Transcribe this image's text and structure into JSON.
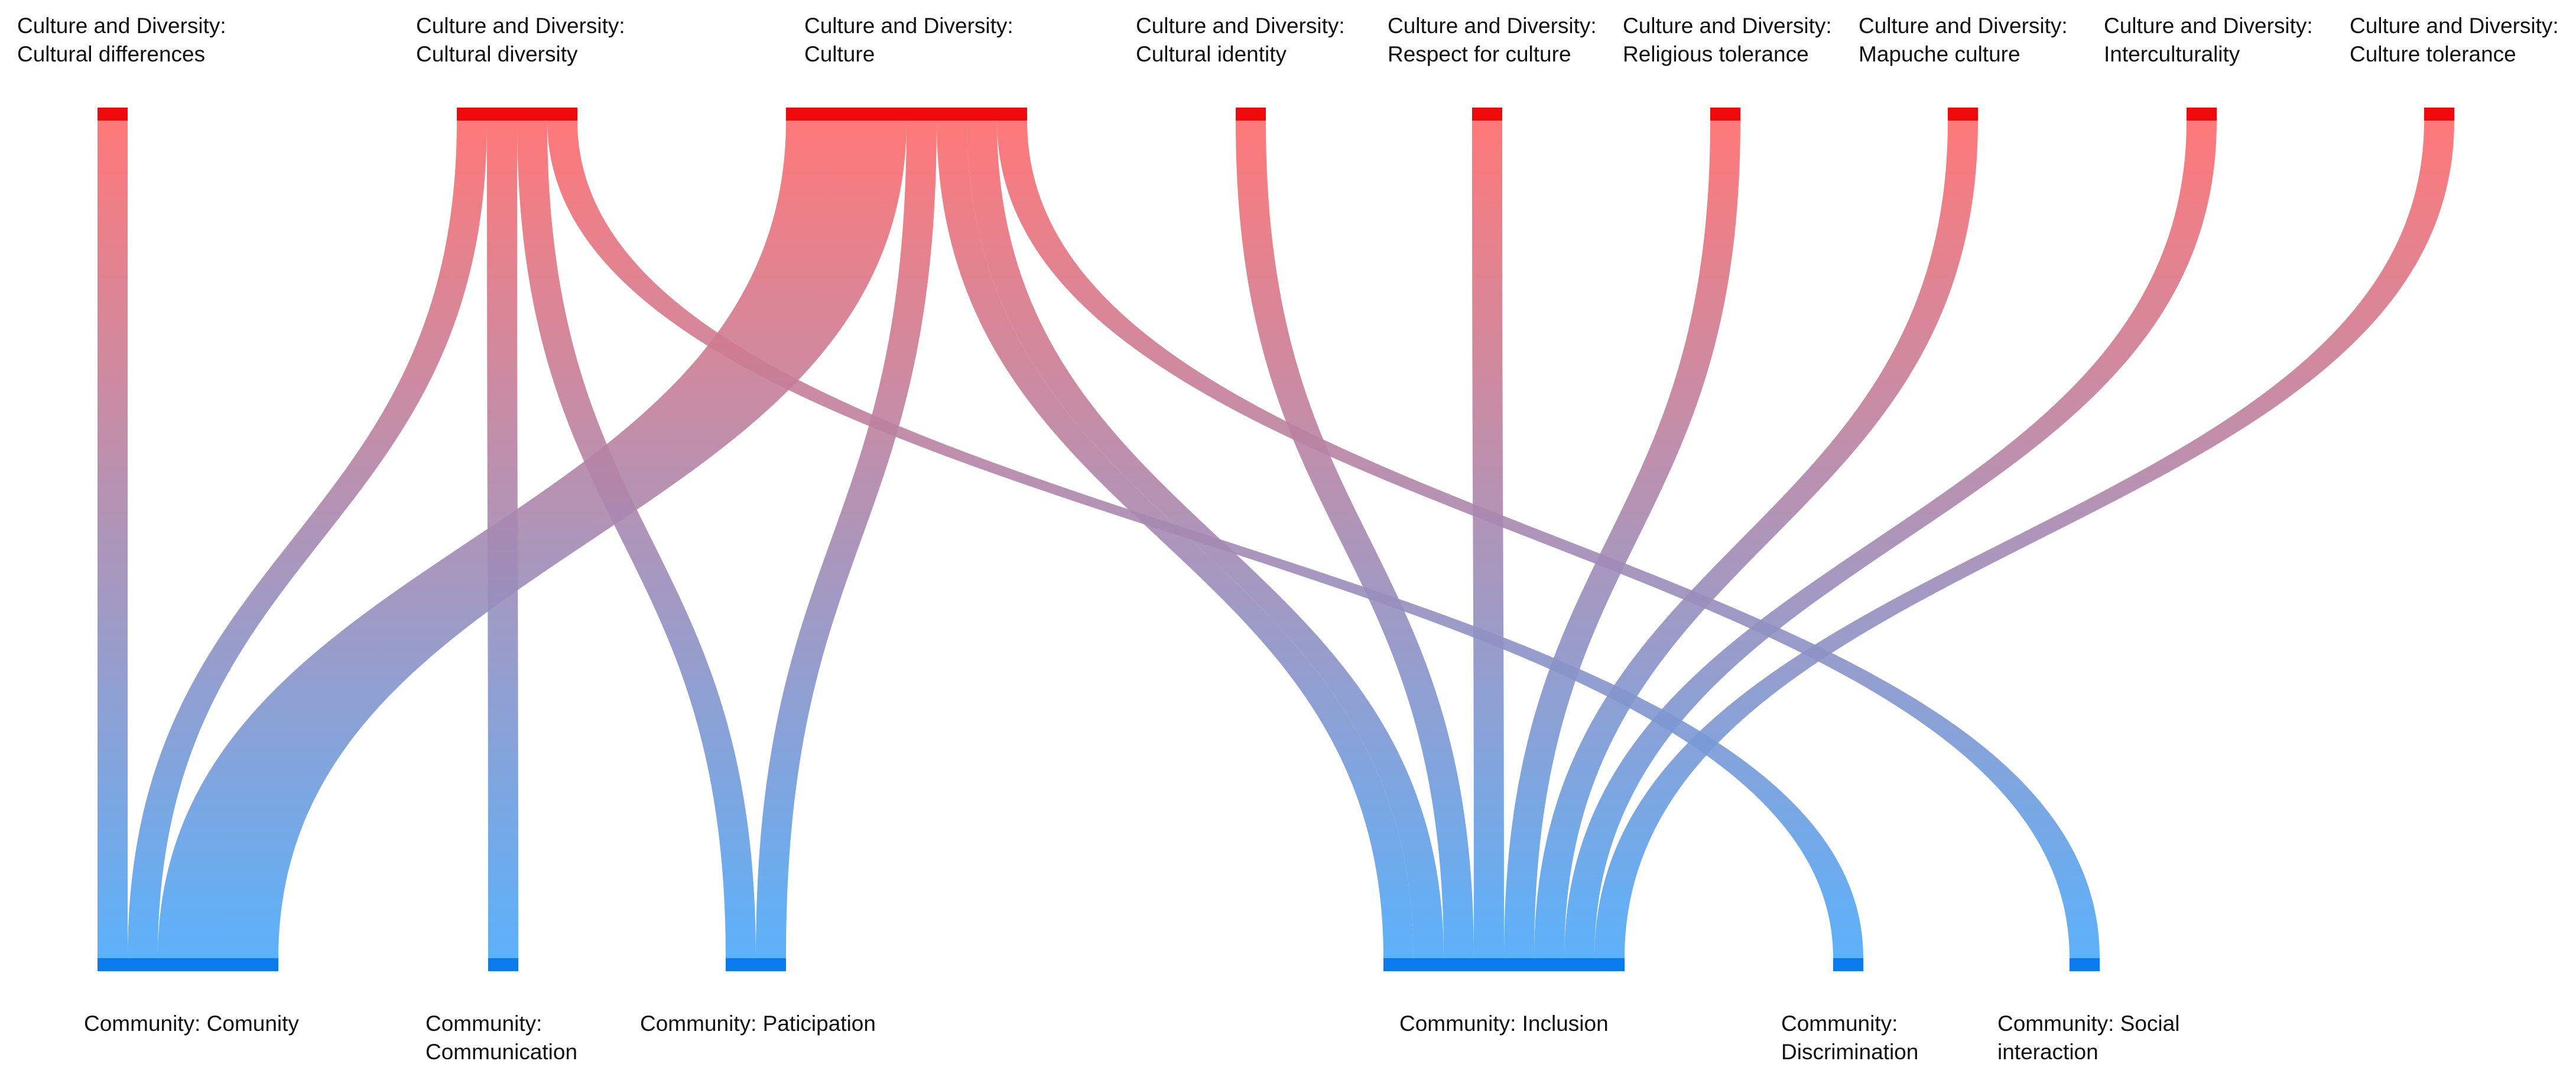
{
  "colors": {
    "top_node": "#ee0a0a",
    "bottom_node": "#0a7bec",
    "flow_top": "#ff6a6a",
    "flow_bottom": "#4aa9fb",
    "flow_opacity": 0.9
  },
  "top_nodes": [
    {
      "id": "cultural-differences",
      "line1": "Culture and Diversity:",
      "line2": "Cultural differences"
    },
    {
      "id": "cultural-diversity",
      "line1": "Culture and Diversity:",
      "line2": "Cultural diversity"
    },
    {
      "id": "culture",
      "line1": "Culture and Diversity:",
      "line2": "Culture"
    },
    {
      "id": "cultural-identity",
      "line1": "Culture and Diversity:",
      "line2": "Cultural identity"
    },
    {
      "id": "respect-for-culture",
      "line1": "Culture and Diversity:",
      "line2": "Respect for culture"
    },
    {
      "id": "religious-tolerance",
      "line1": "Culture and Diversity:",
      "line2": "Religious tolerance"
    },
    {
      "id": "mapuche-culture",
      "line1": "Culture and Diversity:",
      "line2": "Mapuche culture"
    },
    {
      "id": "interculturality",
      "line1": "Culture and Diversity:",
      "line2": "Interculturality"
    },
    {
      "id": "culture-tolerance",
      "line1": "Culture and Diversity:",
      "line2": "Culture tolerance"
    }
  ],
  "bottom_nodes": [
    {
      "id": "comunity",
      "line1": "Community: Comunity",
      "line2": ""
    },
    {
      "id": "communication",
      "line1": "Community:",
      "line2": "Communication"
    },
    {
      "id": "paticipation",
      "line1": "Community: Paticipation",
      "line2": ""
    },
    {
      "id": "inclusion",
      "line1": "Community: Inclusion",
      "line2": ""
    },
    {
      "id": "discrimination",
      "line1": "Community:",
      "line2": "Discrimination"
    },
    {
      "id": "social-interaction",
      "line1": "Community: Social",
      "line2": "interaction"
    }
  ],
  "flows": [
    {
      "source": "cultural-differences",
      "target": "comunity",
      "value": 1
    },
    {
      "source": "cultural-diversity",
      "target": "comunity",
      "value": 1
    },
    {
      "source": "cultural-diversity",
      "target": "communication",
      "value": 1
    },
    {
      "source": "cultural-diversity",
      "target": "paticipation",
      "value": 1
    },
    {
      "source": "cultural-diversity",
      "target": "discrimination",
      "value": 1
    },
    {
      "source": "culture",
      "target": "comunity",
      "value": 4
    },
    {
      "source": "culture",
      "target": "paticipation",
      "value": 1
    },
    {
      "source": "culture",
      "target": "inclusion",
      "value": 1
    },
    {
      "source": "culture",
      "target": "inclusion",
      "value": 1
    },
    {
      "source": "culture",
      "target": "social-interaction",
      "value": 1
    },
    {
      "source": "cultural-identity",
      "target": "inclusion",
      "value": 1
    },
    {
      "source": "respect-for-culture",
      "target": "inclusion",
      "value": 1
    },
    {
      "source": "religious-tolerance",
      "target": "inclusion",
      "value": 1
    },
    {
      "source": "mapuche-culture",
      "target": "inclusion",
      "value": 1
    },
    {
      "source": "interculturality",
      "target": "inclusion",
      "value": 1
    },
    {
      "source": "culture-tolerance",
      "target": "inclusion",
      "value": 1
    }
  ]
}
